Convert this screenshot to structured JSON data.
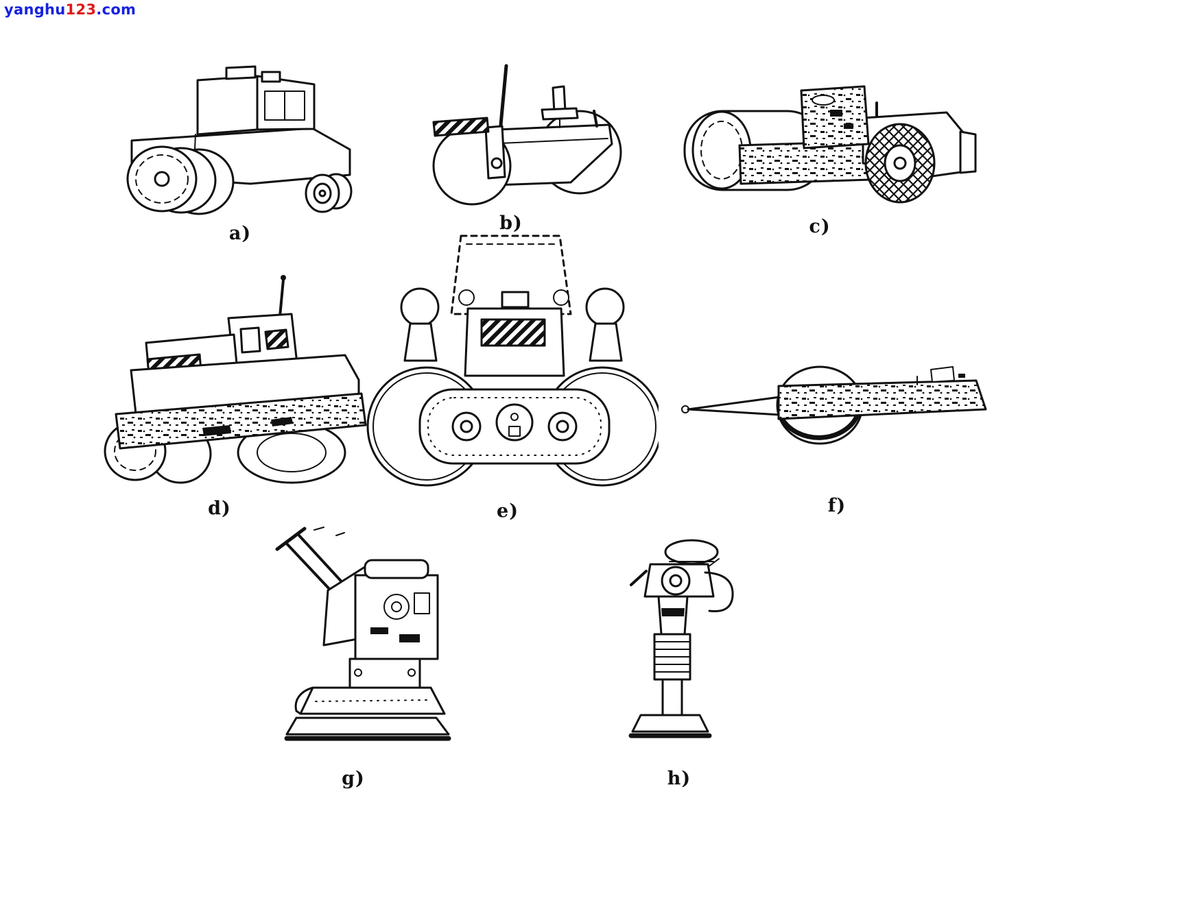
{
  "watermark": {
    "blue1": "yanghu",
    "red": "123",
    "blue2": ".com"
  },
  "figures": [
    {
      "label": "a)",
      "name": "pneumatic-tyred-roller"
    },
    {
      "label": "b)",
      "name": "tandem-static-roller"
    },
    {
      "label": "c)",
      "name": "single-drum-vibratory-roller"
    },
    {
      "label": "d)",
      "name": "articulated-tandem-vibratory-roller"
    },
    {
      "label": "e)",
      "name": "duplex-roller-front-view"
    },
    {
      "label": "f)",
      "name": "towed-drum-roller"
    },
    {
      "label": "g)",
      "name": "vibratory-plate-compactor"
    },
    {
      "label": "h)",
      "name": "tamping-rammer"
    }
  ]
}
